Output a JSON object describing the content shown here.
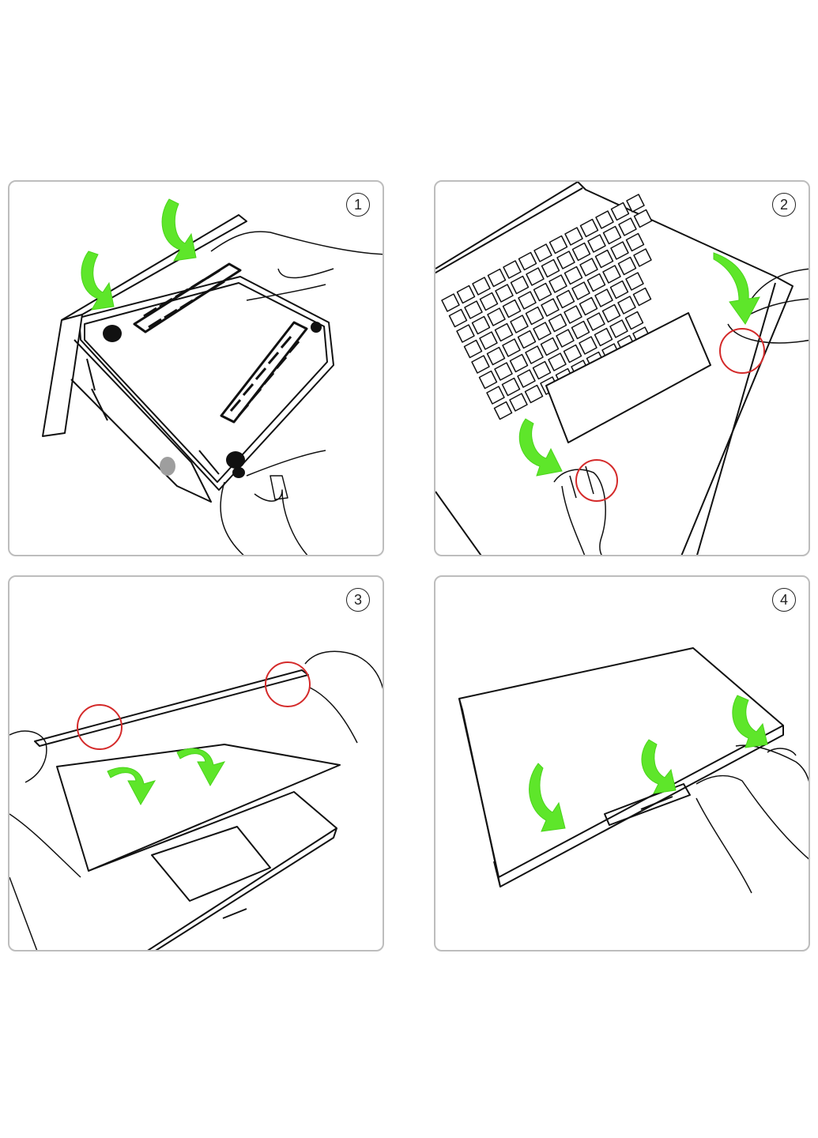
{
  "steps": [
    {
      "number": "1"
    },
    {
      "number": "2"
    },
    {
      "number": "3"
    },
    {
      "number": "4"
    }
  ],
  "colors": {
    "arrow": "#5ee62a",
    "highlight_circle": "#d42a2a",
    "line": "#111111",
    "panel_border": "#bdbdbd"
  },
  "icons": {
    "arrow": "curved-down-arrow-icon",
    "highlight": "red-circle-highlight-icon"
  }
}
